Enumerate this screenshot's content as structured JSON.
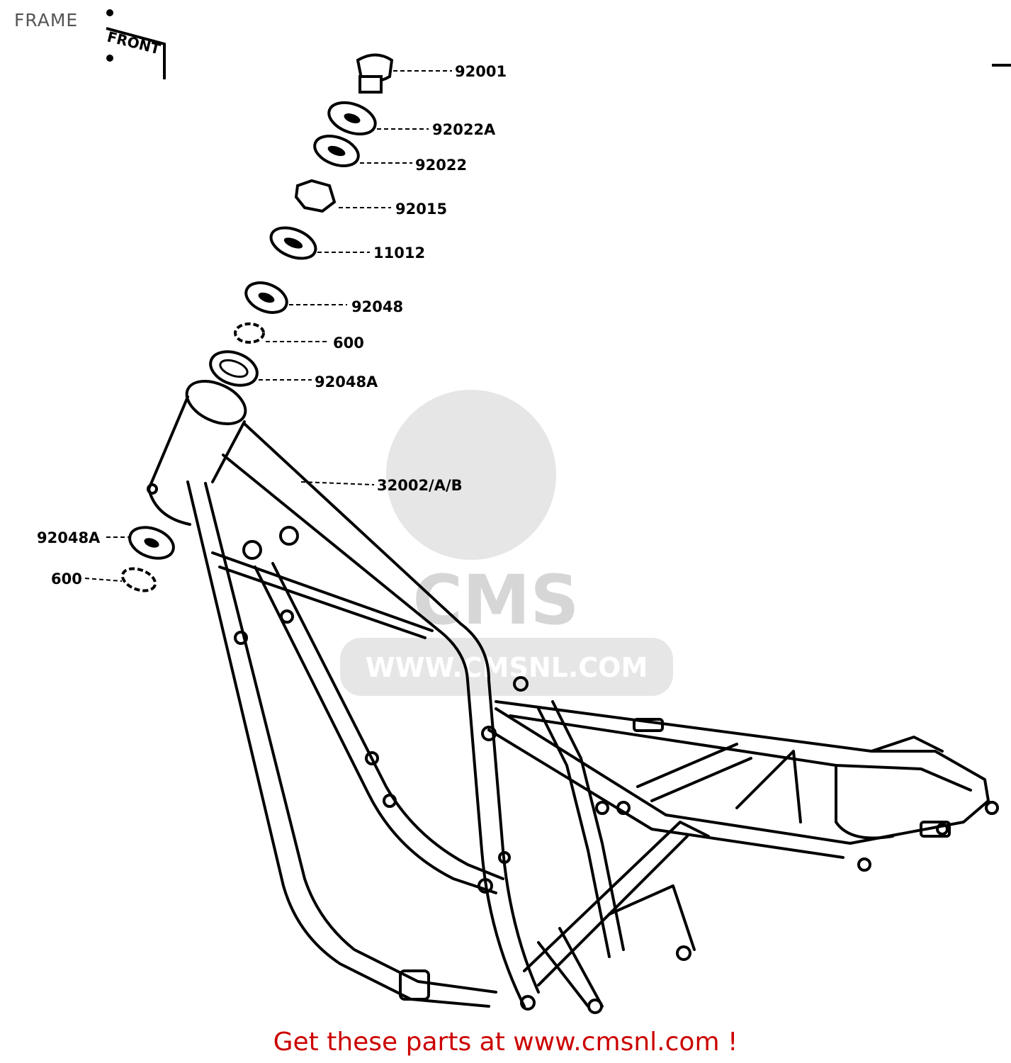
{
  "header": {
    "title": "FRAME"
  },
  "front_label": "FRONT",
  "watermark": {
    "logo_text": "CMS",
    "url_text": "WWW.CMSNL.COM"
  },
  "parts": [
    {
      "id": "92001"
    },
    {
      "id": "92022A"
    },
    {
      "id": "92022"
    },
    {
      "id": "92015"
    },
    {
      "id": "11012"
    },
    {
      "id": "92048"
    },
    {
      "id": "600"
    },
    {
      "id": "92048A"
    },
    {
      "id": "32002/A/B"
    },
    {
      "id": "92048A"
    },
    {
      "id": "600"
    }
  ],
  "footer": {
    "text": "Get these parts at www.cmsnl.com !"
  },
  "colors": {
    "footer": "#cc0000",
    "title": "#555555",
    "watermark": "#e6e6e6"
  }
}
